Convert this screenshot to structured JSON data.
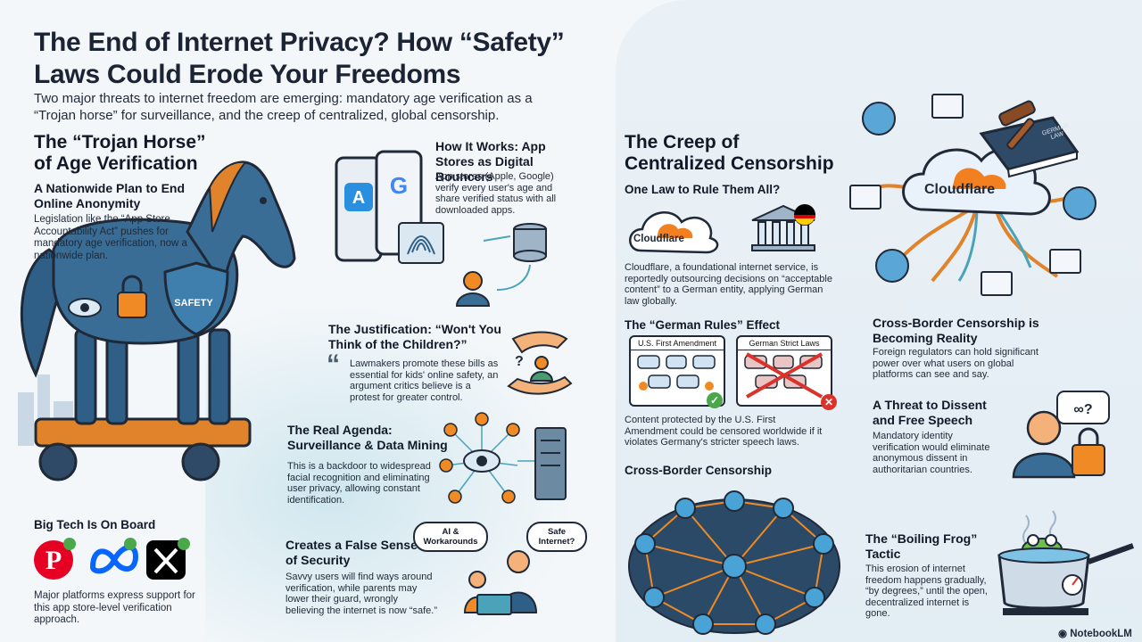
{
  "title": "The End of Internet Privacy? How “Safety” Laws Could Erode Your Freedoms",
  "title_line1": "The End of Internet Privacy? How “Safety”",
  "title_line2": "Laws Could Erode Your Freedoms",
  "intro_line1": "Two major threats to internet freedom are emerging: mandatory age verification as a",
  "intro_line2": "“Trojan horse” for surveillance, and the creep of centralized, global censorship.",
  "left": {
    "section_title_1": "The “Trojan Horse”",
    "section_title_2": "of Age Verification",
    "horse_shield_label": "SAFETY",
    "nationwide": {
      "title": "A Nationwide Plan to End Online Anonymity",
      "body": "Legislation like the “App Store Accountability Act” pushes for mandatory age verification, now a nationwide plan."
    },
    "how_it_works": {
      "title": "How It Works: App Stores as Digital Bouncers",
      "body": "App stores (Apple, Google) verify every user's age and share verified status with all downloaded apps."
    },
    "justification": {
      "title": "The Justification: “Won't You Think of the Children?”",
      "body": "Lawmakers promote these bills as essential for kids' online safety, an argument critics believe is a protest for greater control."
    },
    "real_agenda": {
      "title_1": "The Real Agenda:",
      "title_2": "Surveillance & Data Mining",
      "body": "This is a backdoor to widespread facial recognition and eliminating user privacy, allowing constant identification."
    },
    "big_tech": {
      "title": "Big Tech Is On Board",
      "body": "Major platforms express support for this app store-level verification approach.",
      "logos": [
        "pinterest-logo",
        "meta-logo",
        "x-logo"
      ]
    },
    "false_security": {
      "title": "Creates a False Sense of Security",
      "body": "Savvy users will find ways around verification, while parents may lower their guard, wrongly believing the internet is now “safe.”",
      "bubble_left": "AI & Workarounds",
      "bubble_right": "Safe Internet?"
    }
  },
  "right": {
    "section_title_1": "The Creep of",
    "section_title_2": "Centralized Censorship",
    "one_law": {
      "title": "One Law to Rule Them All?",
      "cloudflare_label": "Cloudflare",
      "body": "Cloudflare, a foundational internet service, is reportedly outsourcing decisions on “acceptable content” to a German entity, applying German law globally."
    },
    "hub": {
      "cloud_label": "Cloudflare",
      "book_label": "GERMAN LAW"
    },
    "german_rules": {
      "title": "The “German Rules” Effect",
      "panel_left": "U.S. First Amendment",
      "panel_right": "German Strict Laws",
      "body": "Content protected by the U.S. First Amendment could be censored worldwide if it violates Germany's stricter speech laws."
    },
    "cross_border_label": "Cross-Border Censorship",
    "cross_border_reality": {
      "title": "Cross-Border Censorship is Becoming Reality",
      "body": "Foreign regulators can hold significant power over what users on global platforms can see and say."
    },
    "dissent": {
      "title": "A Threat to Dissent and Free Speech",
      "body": "Mandatory identity verification would eliminate anonymous dissent in authoritarian countries."
    },
    "frog": {
      "title": "The “Boiling Frog” Tactic",
      "body": "This erosion of internet freedom happens gradually, “by degrees,” until the open, decentralized internet is gone."
    }
  },
  "watermark": "NotebookLM",
  "colors": {
    "accent_orange": "#f08a24",
    "horse_blue": "#2f5f86",
    "cloudflare_orange": "#f38020",
    "background": "#f4f7fa"
  }
}
